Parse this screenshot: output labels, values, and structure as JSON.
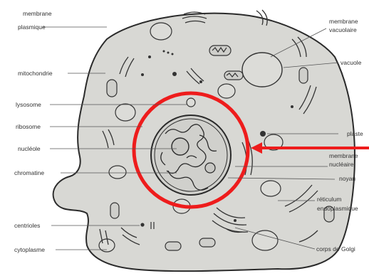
{
  "labels": {
    "membrane_plasmique_1": "membrane",
    "membrane_plasmique_2": "plasmique",
    "mitochondrie": "mitochondrie",
    "lysosome": "lysosome",
    "ribosome": "ribosome",
    "nucleole": "nucléole",
    "chromatine": "chromatine",
    "centrioles": "centrioles",
    "cytoplasme": "cytoplasme",
    "membrane_vacuolaire_1": "membrane",
    "membrane_vacuolaire_2": "vacuolaire",
    "vacuole": "vacuole",
    "plaste": "plaste",
    "membrane_nucleaire_1": "membrane",
    "membrane_nucleaire_2": "nucléaire",
    "noyau": "noyau",
    "reticulum_1": "réticulum",
    "reticulum_2": "endoplasmique",
    "golgi": "corps de Golgi"
  },
  "colors": {
    "cell_fill": "#d8d8d4",
    "outline": "#2a2a2a",
    "highlight": "#ee1c1c",
    "text": "#333333"
  }
}
